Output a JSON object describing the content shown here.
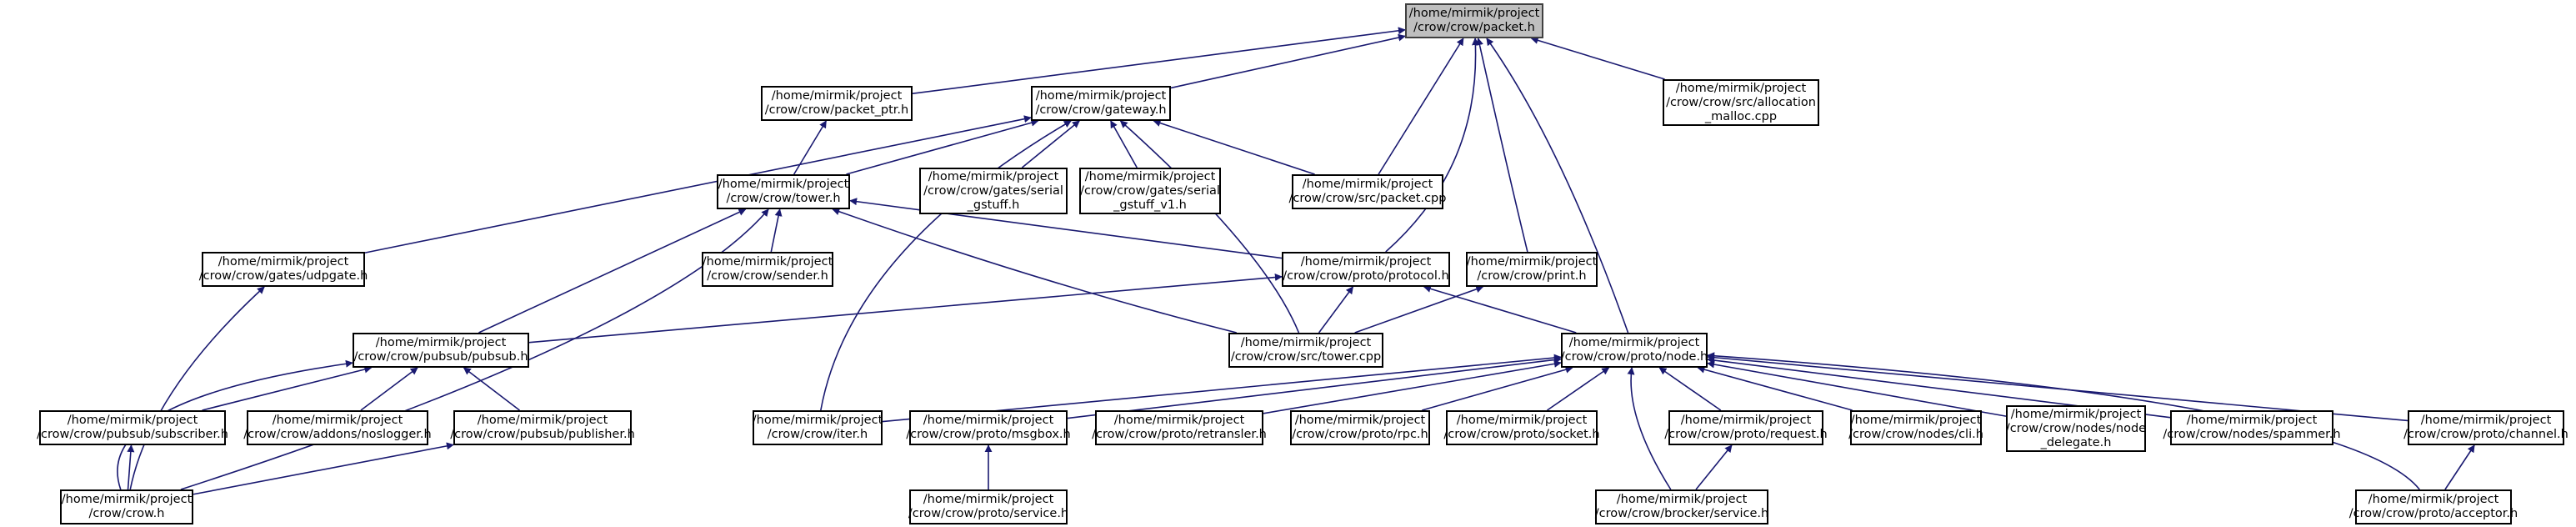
{
  "graph": {
    "edge_color": "#191970",
    "root_fill": "#bfbfbf",
    "node_fill": "#ffffff",
    "nodes": [
      {
        "id": "packet_h",
        "label": "/home/mirmik/project\n/crow/crow/packet.h",
        "root": true
      },
      {
        "id": "packet_ptr_h",
        "label": "/home/mirmik/project\n/crow/crow/packet_ptr.h"
      },
      {
        "id": "gateway_h",
        "label": "/home/mirmik/project\n/crow/crow/gateway.h"
      },
      {
        "id": "allocation_malloc_cpp",
        "label": "/home/mirmik/project\n/crow/crow/src/allocation\n_malloc.cpp"
      },
      {
        "id": "tower_h",
        "label": "/home/mirmik/project\n/crow/crow/tower.h"
      },
      {
        "id": "serial_gstuff_h",
        "label": "/home/mirmik/project\n/crow/crow/gates/serial\n_gstuff.h"
      },
      {
        "id": "serial_gstuff_v1_h",
        "label": "/home/mirmik/project\n/crow/crow/gates/serial\n_gstuff_v1.h"
      },
      {
        "id": "src_packet_cpp",
        "label": "/home/mirmik/project\n/crow/crow/src/packet.cpp"
      },
      {
        "id": "udpgate_h",
        "label": "/home/mirmik/project\n/crow/crow/gates/udpgate.h"
      },
      {
        "id": "sender_h",
        "label": "/home/mirmik/project\n/crow/crow/sender.h"
      },
      {
        "id": "protocol_h",
        "label": "/home/mirmik/project\n/crow/crow/proto/protocol.h"
      },
      {
        "id": "print_h",
        "label": "/home/mirmik/project\n/crow/crow/print.h"
      },
      {
        "id": "pubsub_h",
        "label": "/home/mirmik/project\n/crow/crow/pubsub/pubsub.h"
      },
      {
        "id": "src_tower_cpp",
        "label": "/home/mirmik/project\n/crow/crow/src/tower.cpp"
      },
      {
        "id": "node_h",
        "label": "/home/mirmik/project\n/crow/crow/proto/node.h"
      },
      {
        "id": "subscriber_h",
        "label": "/home/mirmik/project\n/crow/crow/pubsub/subscriber.h"
      },
      {
        "id": "noslogger_h",
        "label": "/home/mirmik/project\n/crow/crow/addons/noslogger.h"
      },
      {
        "id": "publisher_h",
        "label": "/home/mirmik/project\n/crow/crow/pubsub/publisher.h"
      },
      {
        "id": "iter_h",
        "label": "/home/mirmik/project\n/crow/crow/iter.h"
      },
      {
        "id": "msgbox_h",
        "label": "/home/mirmik/project\n/crow/crow/proto/msgbox.h"
      },
      {
        "id": "retransler_h",
        "label": "/home/mirmik/project\n/crow/crow/proto/retransler.h"
      },
      {
        "id": "rpc_h",
        "label": "/home/mirmik/project\n/crow/crow/proto/rpc.h"
      },
      {
        "id": "socket_h",
        "label": "/home/mirmik/project\n/crow/crow/proto/socket.h"
      },
      {
        "id": "request_h",
        "label": "/home/mirmik/project\n/crow/crow/proto/request.h"
      },
      {
        "id": "cli_h",
        "label": "/home/mirmik/project\n/crow/crow/nodes/cli.h"
      },
      {
        "id": "node_delegate_h",
        "label": "/home/mirmik/project\n/crow/crow/nodes/node\n_delegate.h"
      },
      {
        "id": "spammer_h",
        "label": "/home/mirmik/project\n/crow/crow/nodes/spammer.h"
      },
      {
        "id": "channel_h",
        "label": "/home/mirmik/project\n/crow/crow/proto/channel.h"
      },
      {
        "id": "crow_h",
        "label": "/home/mirmik/project\n/crow/crow.h"
      },
      {
        "id": "proto_service_h",
        "label": "/home/mirmik/project\n/crow/crow/proto/service.h"
      },
      {
        "id": "brocker_service_h",
        "label": "/home/mirmik/project\n/crow/crow/brocker/service.h"
      },
      {
        "id": "acceptor_h",
        "label": "/home/mirmik/project\n/crow/crow/proto/acceptor.h"
      }
    ],
    "edges": [
      [
        "packet_ptr_h",
        "packet_h"
      ],
      [
        "gateway_h",
        "packet_h"
      ],
      [
        "allocation_malloc_cpp",
        "packet_h"
      ],
      [
        "src_packet_cpp",
        "packet_h"
      ],
      [
        "protocol_h",
        "packet_h"
      ],
      [
        "print_h",
        "packet_h"
      ],
      [
        "node_h",
        "packet_h"
      ],
      [
        "tower_h",
        "packet_ptr_h"
      ],
      [
        "tower_h",
        "gateway_h"
      ],
      [
        "serial_gstuff_h",
        "gateway_h"
      ],
      [
        "serial_gstuff_v1_h",
        "gateway_h"
      ],
      [
        "src_packet_cpp",
        "gateway_h"
      ],
      [
        "udpgate_h",
        "gateway_h"
      ],
      [
        "iter_h",
        "gateway_h"
      ],
      [
        "src_tower_cpp",
        "gateway_h"
      ],
      [
        "sender_h",
        "tower_h"
      ],
      [
        "pubsub_h",
        "tower_h"
      ],
      [
        "protocol_h",
        "tower_h"
      ],
      [
        "src_tower_cpp",
        "tower_h"
      ],
      [
        "crow_h",
        "tower_h"
      ],
      [
        "crow_h",
        "udpgate_h"
      ],
      [
        "pubsub_h",
        "protocol_h"
      ],
      [
        "src_tower_cpp",
        "protocol_h"
      ],
      [
        "node_h",
        "protocol_h"
      ],
      [
        "src_tower_cpp",
        "print_h"
      ],
      [
        "subscriber_h",
        "pubsub_h"
      ],
      [
        "noslogger_h",
        "pubsub_h"
      ],
      [
        "publisher_h",
        "pubsub_h"
      ],
      [
        "crow_h",
        "pubsub_h"
      ],
      [
        "iter_h",
        "node_h"
      ],
      [
        "msgbox_h",
        "node_h"
      ],
      [
        "retransler_h",
        "node_h"
      ],
      [
        "rpc_h",
        "node_h"
      ],
      [
        "socket_h",
        "node_h"
      ],
      [
        "request_h",
        "node_h"
      ],
      [
        "cli_h",
        "node_h"
      ],
      [
        "node_delegate_h",
        "node_h"
      ],
      [
        "spammer_h",
        "node_h"
      ],
      [
        "channel_h",
        "node_h"
      ],
      [
        "brocker_service_h",
        "node_h"
      ],
      [
        "acceptor_h",
        "node_h"
      ],
      [
        "crow_h",
        "subscriber_h"
      ],
      [
        "crow_h",
        "publisher_h"
      ],
      [
        "proto_service_h",
        "msgbox_h"
      ],
      [
        "brocker_service_h",
        "request_h"
      ],
      [
        "acceptor_h",
        "channel_h"
      ]
    ]
  }
}
